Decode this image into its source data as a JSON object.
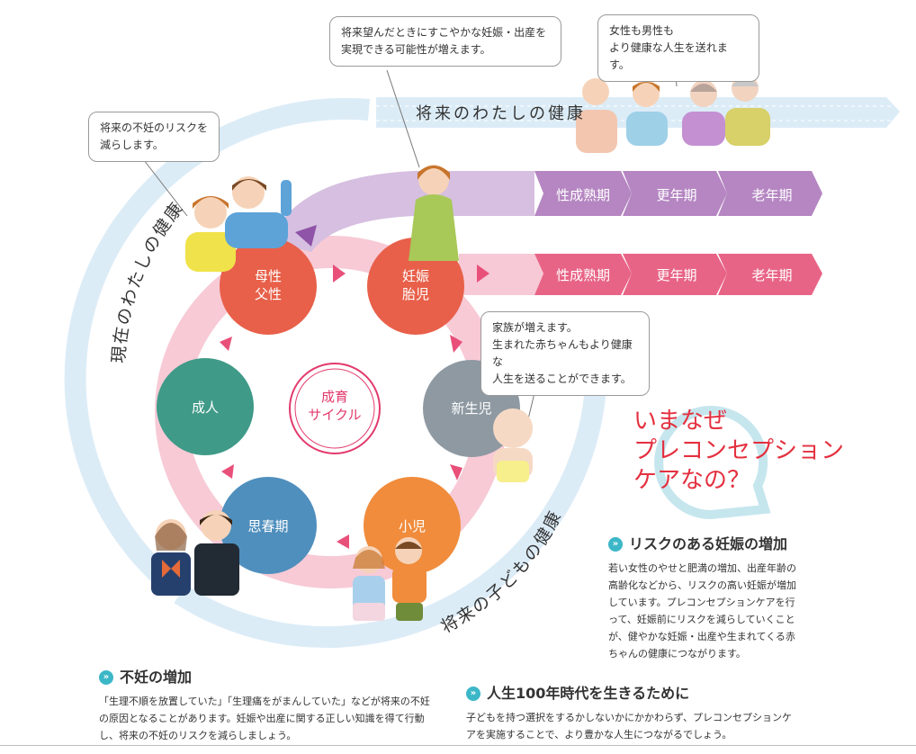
{
  "bubbles": {
    "future_pregnancy": "将来望んだときにすこやかな妊娠・出産を\n実現できる可能性が増えます。",
    "everyone": "女性も男性も\nより健康な人生を送れます。",
    "infertility_risk": "将来の不妊のリスクを\n減らします。",
    "family": "家族が増えます。\n生まれた赤ちゃんもより健康な\n人生を送ることができます。"
  },
  "arcs": {
    "current": "現在のわたしの健康",
    "future_child": "将来の子どもの健康",
    "future_me": "将来のわたしの健康"
  },
  "stages": {
    "parents": "母性\n父性",
    "pregnancy": "妊娠\n胎児",
    "newborn": "新生児",
    "child": "小児",
    "puberty": "思春期",
    "adult": "成人",
    "center": "成育\nサイクル"
  },
  "bands": {
    "upper": [
      "性成熟期",
      "更年期",
      "老年期"
    ],
    "lower": [
      "性成熟期",
      "更年期",
      "老年期"
    ]
  },
  "why_title": "いまなぜ\nプレコンセプション\nケアなの？",
  "sections": {
    "risk": {
      "title": "リスクのある妊娠の増加",
      "body": "若い女性のやせと肥満の増加、出産年齢の高齢化などから、リスクの高い妊娠が増加しています。プレコンセプションケアを行って、妊娠前にリスクを減らしていくことが、健やかな妊娠・出産や生まれてくる赤ちゃんの健康につながります。"
    },
    "infertility": {
      "title": "不妊の増加",
      "body": "「生理不順を放置していた」「生理痛をがまんしていた」などが将来の不妊の原因となることがあります。妊娠や出産に関する正しい知識を得て行動し、将来の不妊のリスクを減らしましょう。"
    },
    "life100": {
      "title": "人生100年時代を生きるために",
      "body": "子どもを持つ選択をするかしないかにかかわらず、プレコンセプションケアを実施することで、より豊かな人生につながるでしょう。"
    }
  },
  "colors": {
    "parents": "#e8604a",
    "pregnancy": "#e8604a",
    "newborn": "#8e99a2",
    "child": "#f08c3c",
    "puberty": "#4f8fbd",
    "adult": "#3f9a88",
    "ring_pink": "#f4b8c8",
    "arrow_pink": "#e8507a",
    "band_purple": "#b586c2",
    "band_pink": "#e86486",
    "arc_blue": "#dcecf7",
    "accent_red": "#e4303f",
    "teal": "#3cb7c8"
  }
}
